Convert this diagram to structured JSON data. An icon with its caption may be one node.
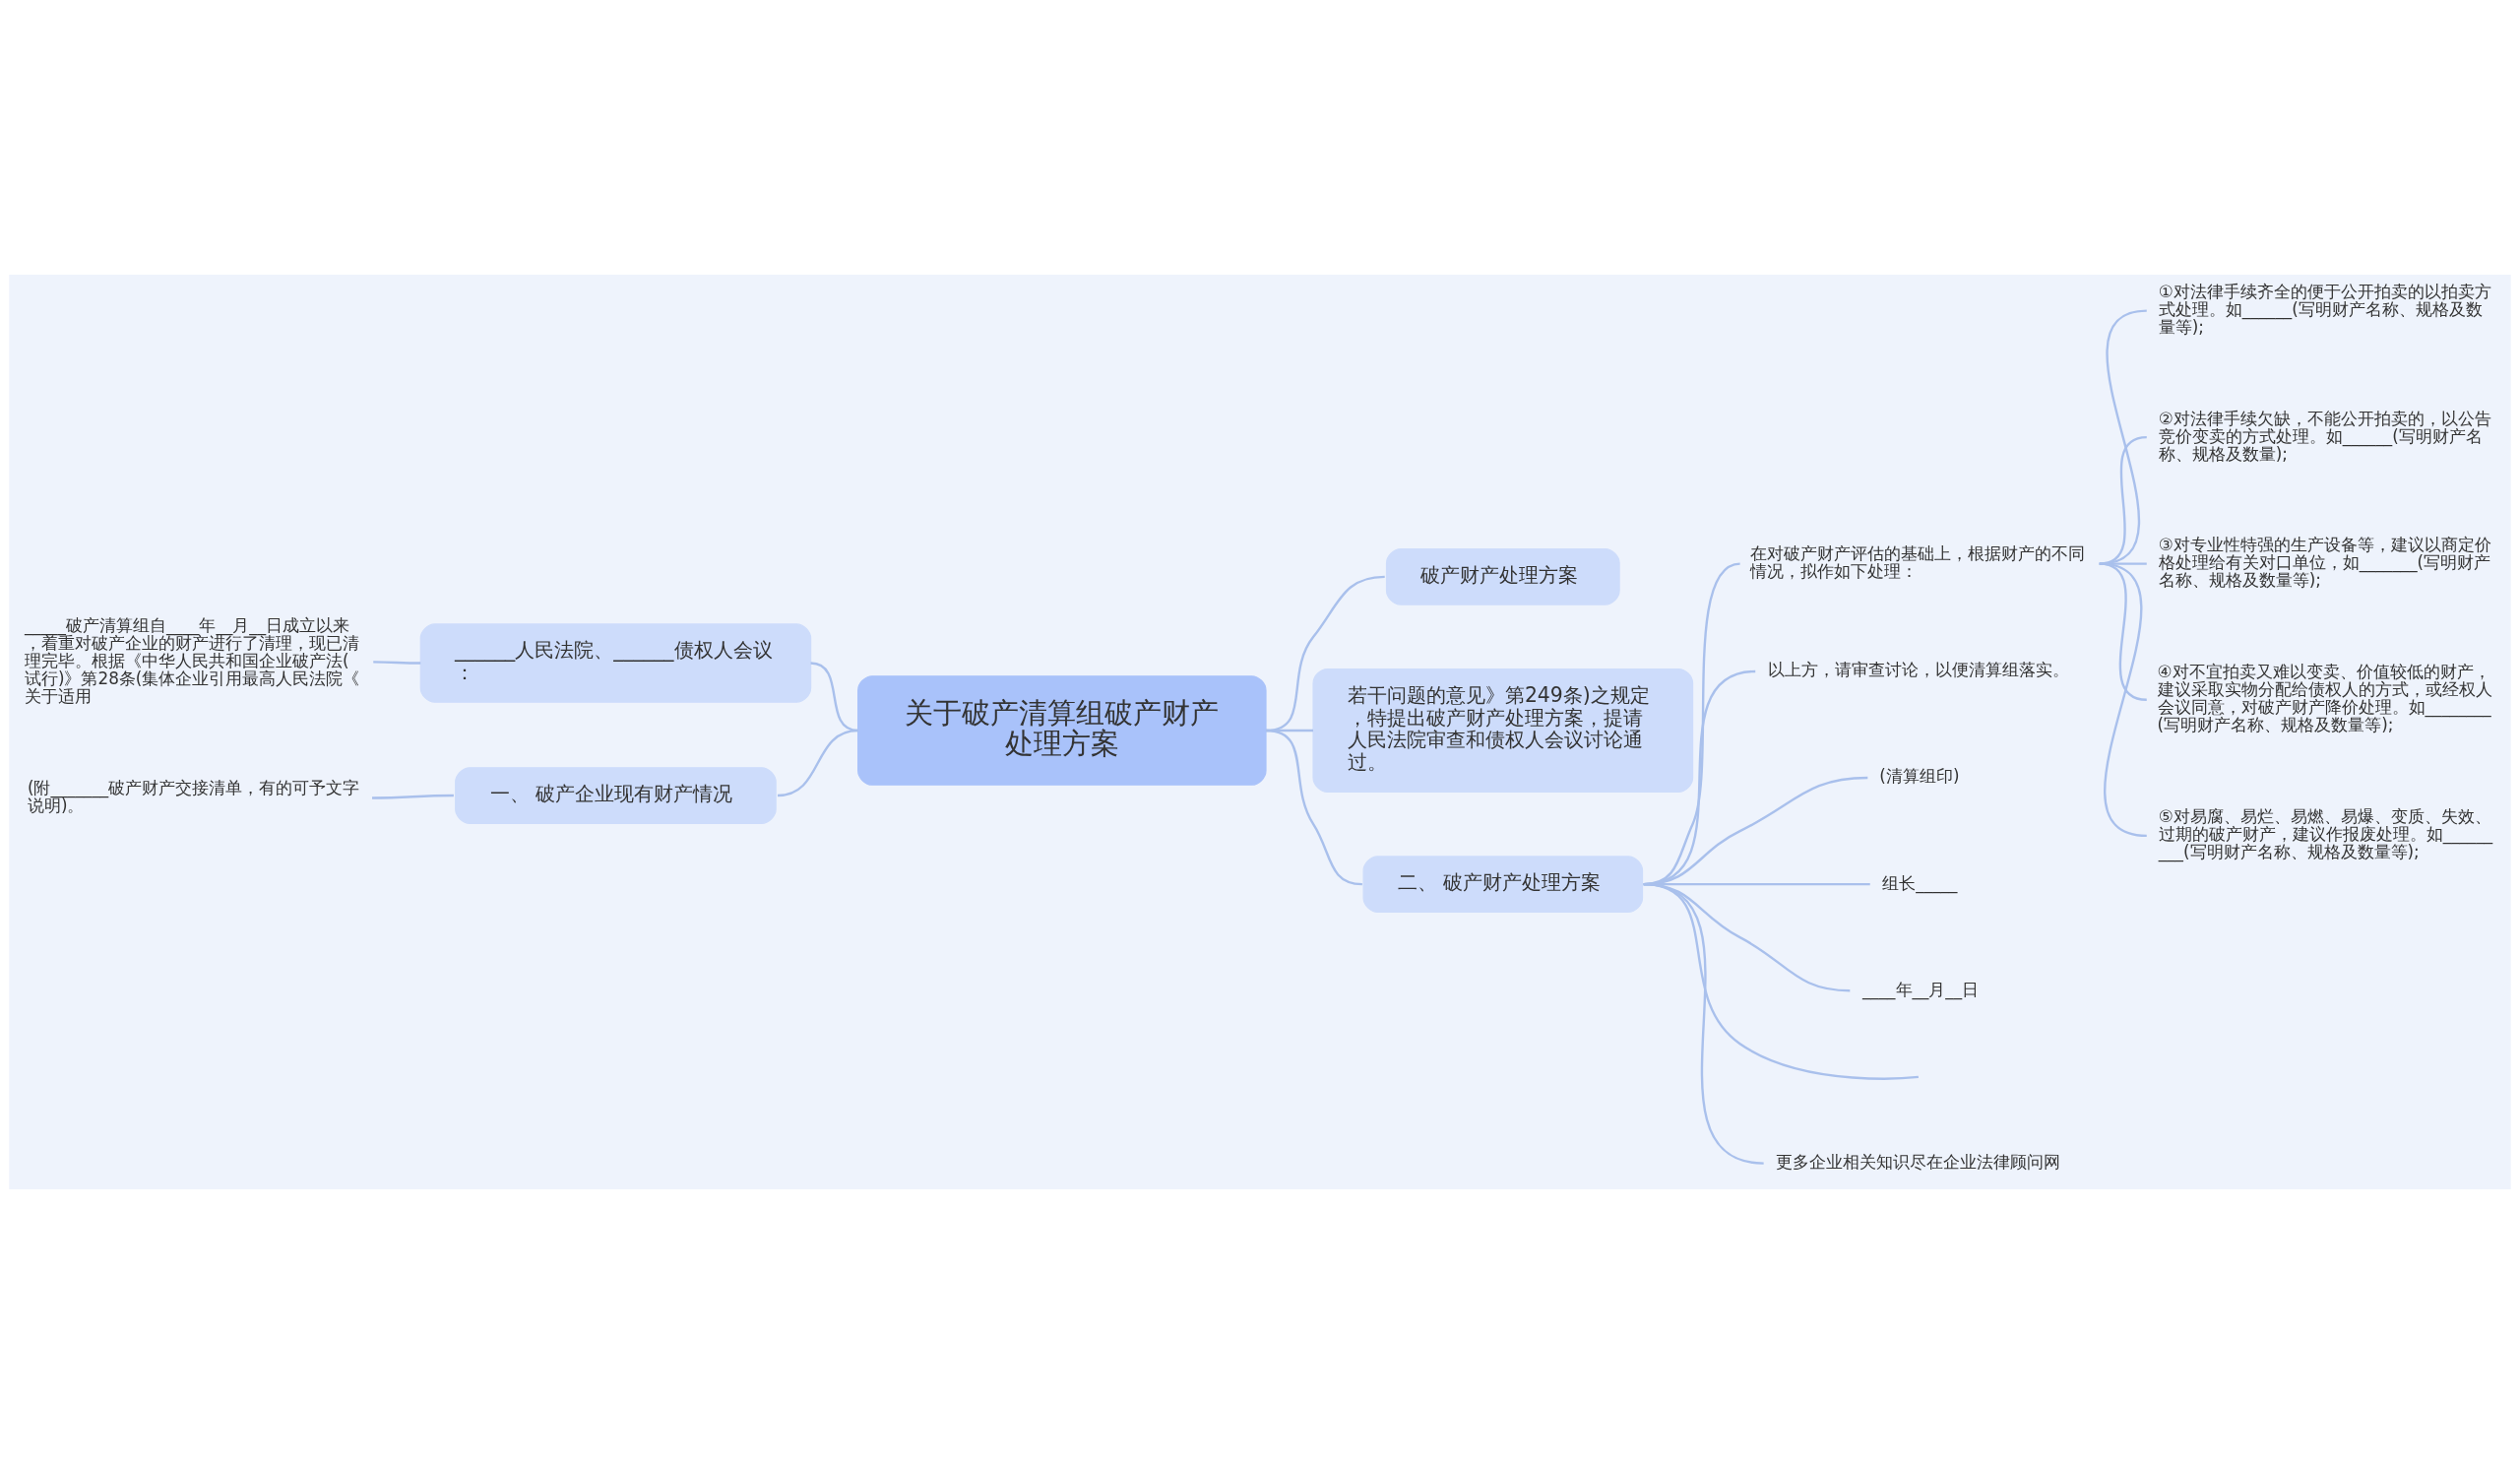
{
  "diagram": {
    "nodes": [
      {
        "text": [
          "关于破产清算组破产财产处理方案"
        ]
      },
      {
        "text": [
          "破产财产处理方案"
        ]
      },
      {
        "text": [
          "若干问题的意见》第249条)之规定，特提出破产财产处理方案，提请人民法院审查和债权人会议讨论通过。"
        ]
      },
      {
        "text": [
          "______人民法院、______债权人会议："
        ]
      },
      {
        "text": [
          "_____破产清算组自____年__月__日成立以来，着重对破产企业的财产进行了清理，现已清理完毕。根据《中华人民共和国企业破产法(试行)》第28条(集体企业引用最高人民法院《关于适用"
        ]
      },
      {
        "text": [
          "一、 破产企业现有财产情况"
        ]
      },
      {
        "text": [
          "(附_______破产财产交接清单，有的可予文字说明)。"
        ]
      },
      {
        "text": [
          "二、 破产财产处理方案"
        ]
      },
      {
        "text": [
          "在对破产财产评估的基础上，根据财产的不同情况，拟作如下处理："
        ]
      },
      {
        "text": [
          "①对法律手续齐全的便于公开拍卖的以拍卖方式处理。如______(写明财产名称、规格及数量等);"
        ]
      },
      {
        "text": [
          "②对法律手续欠缺，不能公开拍卖的，以公告竞价变卖的方式处理。如______(写明财产名称、规格及数量);"
        ]
      },
      {
        "text": [
          "③对专业性特强的生产设备等，建议以商定价格处理给有关对口单位，如_______(写明财产名称、规格及数量等);"
        ]
      },
      {
        "text": [
          "④对不宜拍卖又难以变卖、价值较低的财产，建议采取实物分配给债权人的方式，或经权人会议同意，对破产财产降价处理。如________(写明财产名称、规格及数量等);"
        ]
      },
      {
        "text": [
          "⑤对易腐、易烂、易燃、易爆、变质、失效、过期的破产财产，建议作报废处理。如_________(写明财产名称、规格及数量等);"
        ]
      },
      {
        "text": [
          "以上方，请审查讨论，以便清算组落实。"
        ]
      },
      {
        "text": [
          "(清算组印)"
        ]
      },
      {
        "text": [
          "组长_____"
        ]
      },
      {
        "text": [
          "____年__月__日"
        ]
      },
      {
        "text": [
          "更多企业相关知识尽在企业法律顾问网"
        ]
      }
    ],
    "edges": [
      {
        "from": 0,
        "to": 1,
        "arrow": "none"
      },
      {
        "from": 0,
        "to": 2,
        "arrow": "none"
      },
      {
        "from": 3,
        "to": 0,
        "arrow": "none"
      },
      {
        "from": 4,
        "to": 3,
        "arrow": "none"
      },
      {
        "from": 5,
        "to": 0,
        "arrow": "none"
      },
      {
        "from": 6,
        "to": 5,
        "arrow": "none"
      },
      {
        "from": 0,
        "to": 7,
        "arrow": "none"
      },
      {
        "from": 7,
        "to": 8,
        "arrow": "none"
      },
      {
        "from": 8,
        "to": 9,
        "arrow": "none"
      },
      {
        "from": 8,
        "to": 10,
        "arrow": "none"
      },
      {
        "from": 8,
        "to": 11,
        "arrow": "none"
      },
      {
        "from": 8,
        "to": 12,
        "arrow": "none"
      },
      {
        "from": 8,
        "to": 13,
        "arrow": "none"
      },
      {
        "from": 7,
        "to": 14,
        "arrow": "none"
      },
      {
        "from": 7,
        "to": 15,
        "arrow": "none"
      },
      {
        "from": 7,
        "to": 16,
        "arrow": "none"
      },
      {
        "from": 7,
        "to": 17,
        "arrow": "none"
      },
      {
        "from": 7,
        "to": null,
        "arrow": "none"
      },
      {
        "from": 7,
        "to": 18,
        "arrow": "none"
      }
    ]
  }
}
